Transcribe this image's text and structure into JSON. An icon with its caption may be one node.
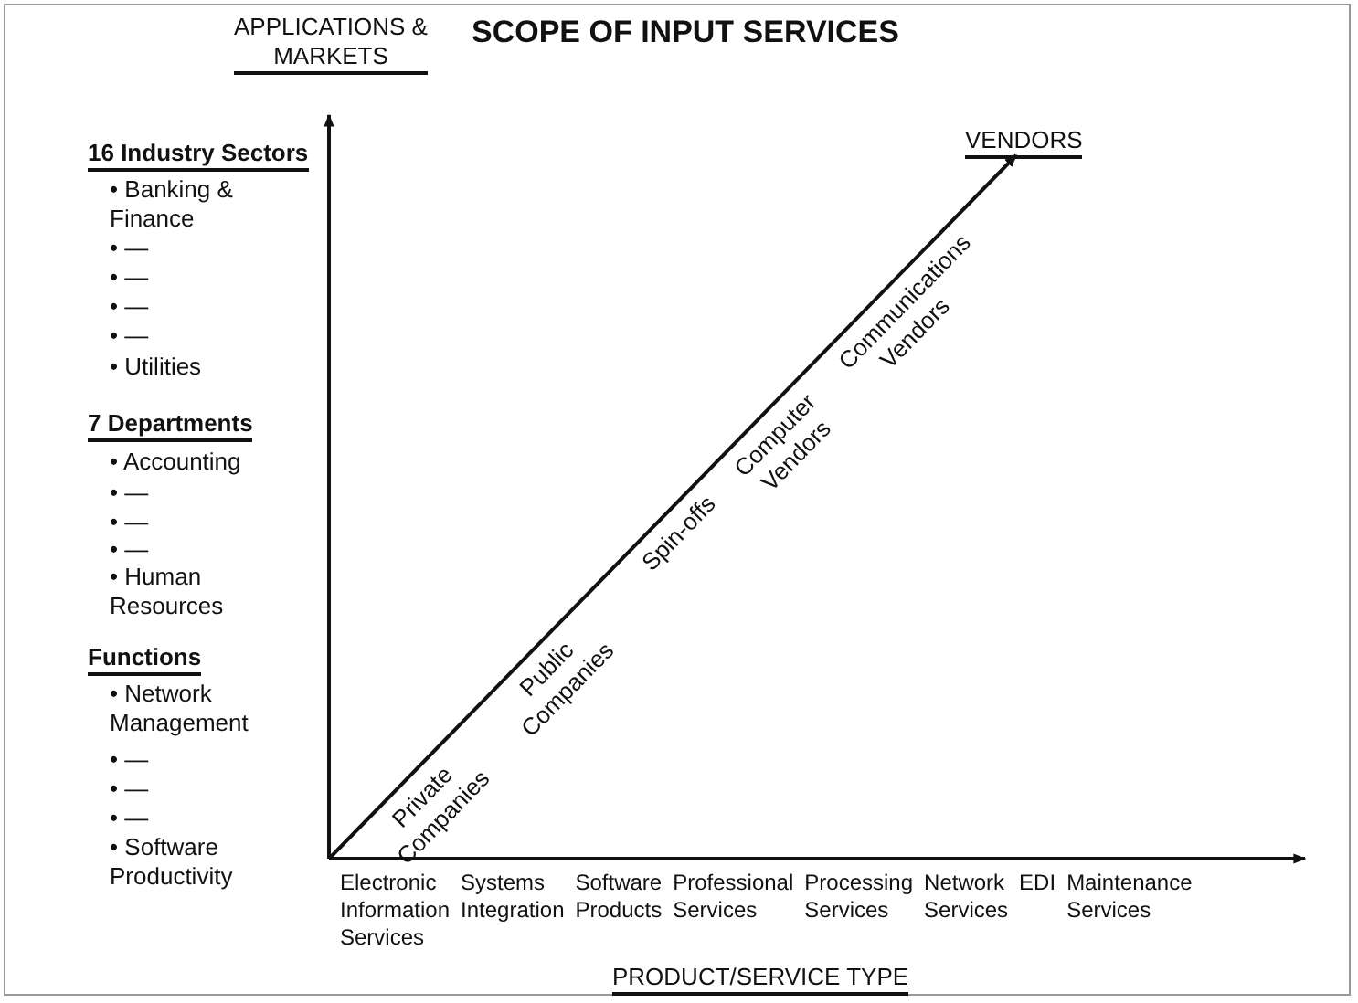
{
  "diagram": {
    "title": "SCOPE OF INPUT SERVICES",
    "labels": [
      "APPLICATIONS & MARKETS",
      "16 Industry Sectors",
      "• Banking & Finance",
      "• —",
      "• —",
      "• —",
      "• —",
      "• Utilities",
      "7 Departments",
      "• Accounting",
      "• —",
      "• —",
      "• —",
      "• Human Resources",
      "Functions",
      "• Network Management",
      "• —",
      "• —",
      "• —",
      "• Software Productivity",
      "VENDORS",
      "Communications Vendors",
      "Computer Vendors",
      "Spin-offs",
      "Public Companies",
      "Private Companies",
      "Electronic Information Services",
      "Systems Integration",
      "Software Products",
      "Professional Services",
      "Processing Services",
      "Network Services",
      "EDI",
      "Maintenance Services",
      "PRODUCT/SERVICE TYPE"
    ]
  }
}
